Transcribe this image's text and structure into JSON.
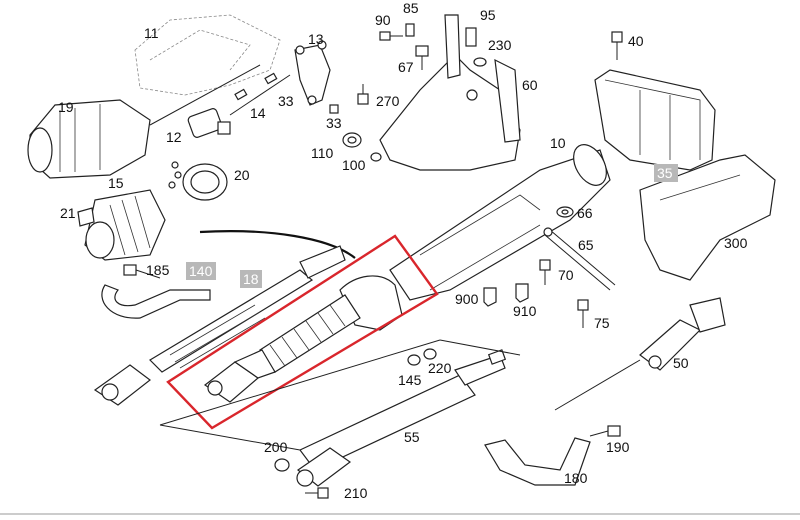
{
  "labels": {
    "l11": "11",
    "l13": "13",
    "l19": "19",
    "l12": "12",
    "l14": "14",
    "l33a": "33",
    "l33b": "33",
    "l270": "270",
    "l90": "90",
    "l85": "85",
    "l95": "95",
    "l230": "230",
    "l67": "67",
    "l60": "60",
    "l40": "40",
    "l110": "110",
    "l100": "100",
    "l10": "10",
    "l15": "15",
    "l20": "20",
    "l21": "21",
    "l35": "35",
    "l66": "66",
    "l65": "65",
    "l300": "300",
    "l185": "185",
    "l140": "140",
    "l18": "18",
    "l70": "70",
    "l900": "900",
    "l910": "910",
    "l75": "75",
    "l50": "50",
    "l145": "145",
    "l220": "220",
    "l55": "55",
    "l200": "200",
    "l190": "190",
    "l210": "210",
    "l180": "180"
  },
  "highlight": {
    "color": "#d9262c"
  },
  "greyed_label_fill": "#b8b8b8"
}
